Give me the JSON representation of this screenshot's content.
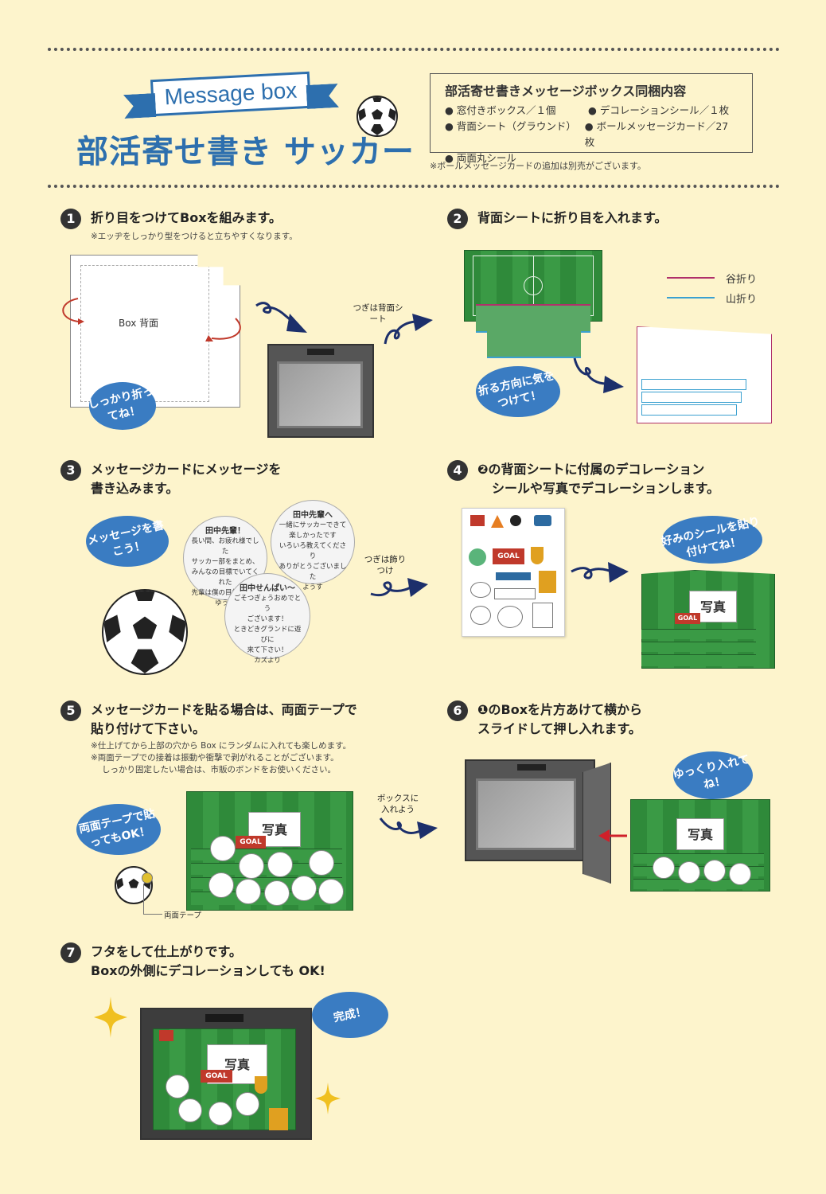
{
  "header": {
    "ribbon": "Message box",
    "title": "部活寄せ書き サッカー"
  },
  "contents": {
    "title": "部活寄せ書きメッセージボックス同梱内容",
    "items": [
      "● 窓付きボックス／１個",
      "● デコレーションシール／１枚",
      "● 背面シート（グラウンド）",
      "● ボールメッセージカード／27 枚",
      "● 両面丸シール"
    ],
    "note": "※ボールメッセージカードの追加は別売がございます。"
  },
  "steps": {
    "s1": {
      "num": "1",
      "text": "折り目をつけてBoxを組みます。",
      "sub": "※エッヂをしっかり型をつけると立ちやすくなります。",
      "box_label": "Box 背面",
      "bubble": "しっかり折ってね！",
      "next": "つぎは背面シート"
    },
    "s2": {
      "num": "2",
      "text": "背面シートに折り目を入れます。",
      "valley": "谷折り",
      "mountain": "山折り",
      "bubble": "折る方向に気をつけて！"
    },
    "s3": {
      "num": "3",
      "text1": "メッセージカードにメッセージを",
      "text2": "書き込みます。",
      "bubble": "メッセージを書こう！",
      "next": "つぎは飾りつけ",
      "card1": [
        "田中先輩！",
        "長い間、お疲れ様でした",
        "サッカー部をまとめ、",
        "みんなの目標でいてくれた",
        "先輩は僕の目標です！",
        "ゆうき"
      ],
      "card2": [
        "田中先輩へ",
        "一緒にサッカーできて",
        "楽しかったです",
        "いろいろ教えてくださり",
        "ありがとうございました",
        "ようす"
      ],
      "card3": [
        "田中せんぱい〜",
        "ごそつぎょうおめでとう",
        "ございます！",
        "ときどきグランドに遊びに",
        "来て下さい！",
        "カズより"
      ]
    },
    "s4": {
      "num": "4",
      "text1": "❷の背面シートに付属のデコレーション",
      "text2": "シールや写真でデコレーションします。",
      "bubble": "好みのシールを貼り付けてね！",
      "photo": "写真",
      "goal": "GOAL"
    },
    "s5": {
      "num": "5",
      "text1": "メッセージカードを貼る場合は、両面テープで",
      "text2": "貼り付けて下さい。",
      "sub1": "※仕上げてから上部の穴から Box にランダムに入れても楽しめます。",
      "sub2": "※両面テープでの接着は振動や衝撃で剥がれることがございます。",
      "sub3": "しっかり固定したい場合は、市販のボンドをお使いください。",
      "bubble": "両面テープで貼ってもOK！",
      "tape": "両面テープ",
      "next": "ボックスに入れよう",
      "photo": "写真",
      "goal": "GOAL"
    },
    "s6": {
      "num": "6",
      "text1": "❶のBoxを片方あけて横から",
      "text2": "スライドして押し入れます。",
      "bubble": "ゆっくり入れてね！",
      "photo": "写真"
    },
    "s7": {
      "num": "7",
      "text1": "フタをして仕上がりです。",
      "text2": "Boxの外側にデコレーションしても OK!",
      "bubble": "完成！",
      "photo": "写真",
      "goal": "GOAL"
    }
  },
  "colors": {
    "blue": "#2d6fae",
    "bubble": "#3a7cc2",
    "navy": "#1c2f6b",
    "grass": "#2f8a3a",
    "valley": "#b0306a",
    "mountain": "#3aa0d0"
  }
}
